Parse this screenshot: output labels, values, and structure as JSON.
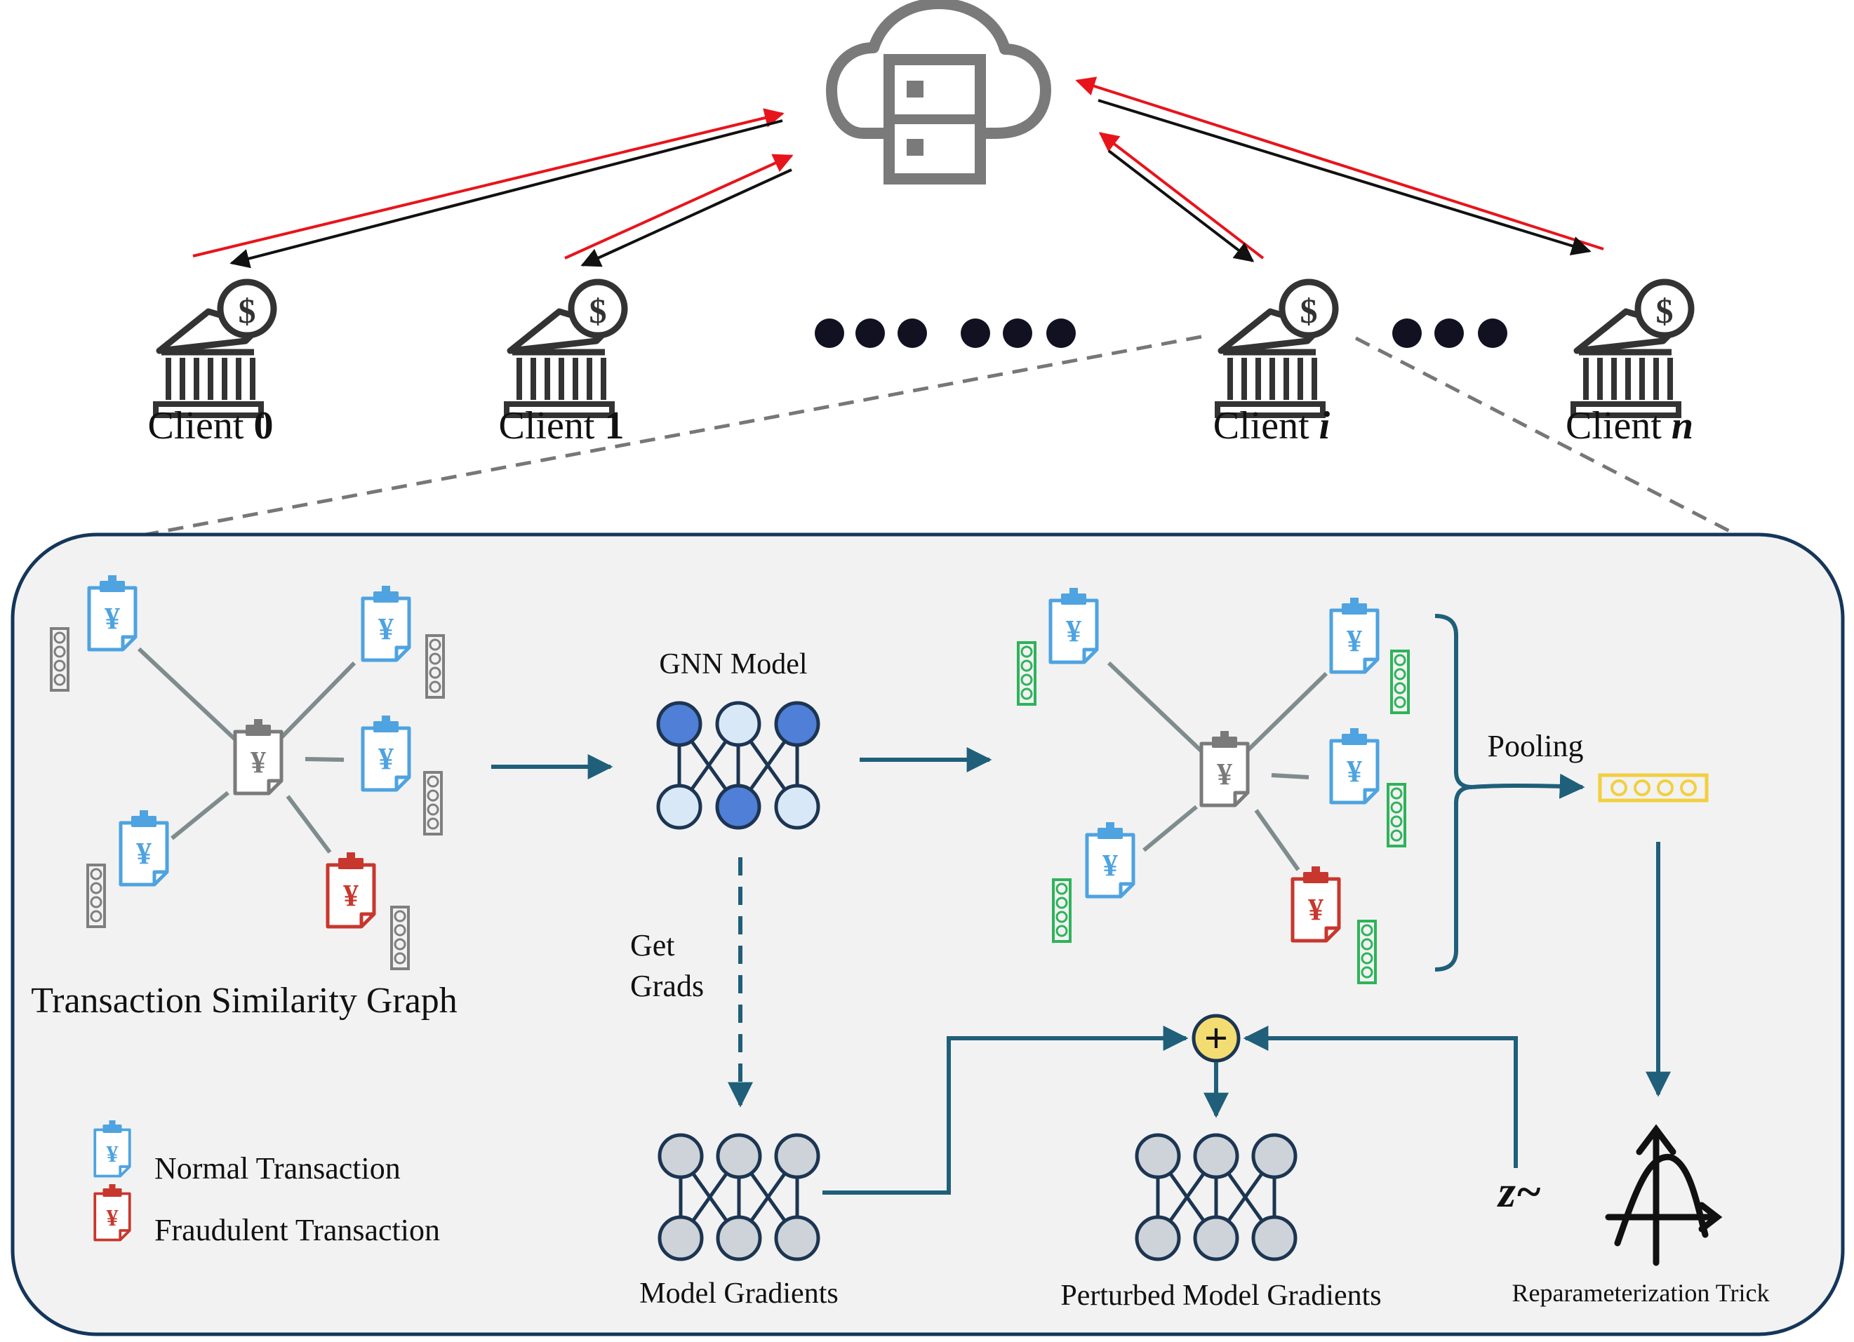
{
  "clients": [
    {
      "prefix": "Client ",
      "index": "0"
    },
    {
      "prefix": "Client ",
      "index": "1"
    },
    {
      "prefix": "Client ",
      "index": "i"
    },
    {
      "prefix": "Client ",
      "index": "n"
    }
  ],
  "panel": {
    "graph_title": "Transaction Similarity Graph",
    "gnn_label": "GNN Model",
    "get_grads_line1": "Get",
    "get_grads_line2": "Grads",
    "pooling_label": "Pooling",
    "model_gradients_label": "Model Gradients",
    "perturbed_label": "Perturbed Model Gradients",
    "reparam_label": "Reparameterization Trick",
    "z_label": "z~",
    "legend": {
      "normal": "Normal Transaction",
      "fraud": "Fraudulent Transaction"
    }
  },
  "glyphs": {
    "yen": "¥",
    "dollar": "$",
    "plus": "+"
  },
  "colors": {
    "upload_arrow": "#e8141b",
    "download_arrow": "#111111",
    "flow_arrow": "#1f5f7a",
    "normal_doc": "#4ea3e0",
    "fraud_doc": "#c8372d",
    "center_doc": "#7a7a7a",
    "embedding_gray": "#7f7f7f",
    "embedding_green": "#2eb35a",
    "pooled_embedding": "#f2cf3e",
    "gnn_node_fill": "#4f7fd6",
    "gnn_node_light": "#d9e8f7",
    "gradient_node": "#cdd3d8",
    "plus_fill": "#f3dc72",
    "panel_bg": "#f2f2f2",
    "panel_border": "#15365a"
  }
}
